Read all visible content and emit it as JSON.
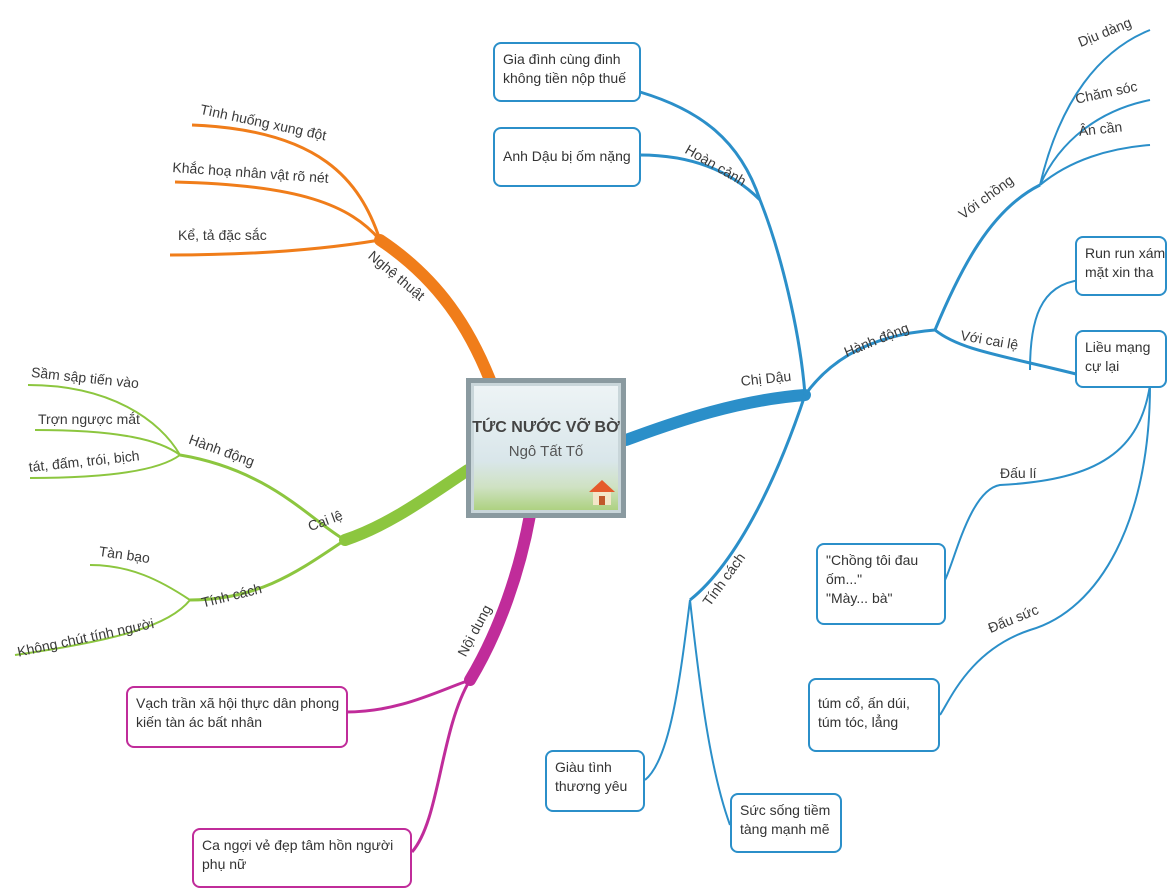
{
  "center": {
    "title": "TỨC NƯỚC VỠ BỜ",
    "author": "Ngô Tất Tố"
  },
  "colors": {
    "blue": "#2b8fc9",
    "orange": "#f07d1a",
    "green": "#8cc63f",
    "pink": "#c02c9a"
  },
  "left": {
    "nghe_thuat": {
      "label": "Nghệ thuật",
      "items": [
        "Tình huống xung đột",
        "Khắc hoạ nhân vật rõ nét",
        "Kể, tả đặc sắc"
      ]
    },
    "cai_le": {
      "label": "Cai lệ",
      "hanh_dong": {
        "label": "Hành động",
        "items": [
          "Sầm sập tiến vào",
          "Trợn ngược mắt",
          "tát, đấm, trói, bịch"
        ]
      },
      "tinh_cach": {
        "label": "Tính cách",
        "items": [
          "Tàn bạo",
          "Không chút tính người"
        ]
      }
    },
    "noi_dung": {
      "label": "Nội dung",
      "items": [
        [
          "Vạch trần xã hội thực dân phong",
          "kiến tàn ác bất nhân"
        ],
        [
          "Ca ngợi vẻ đẹp tâm hồn người",
          "phụ nữ"
        ]
      ]
    }
  },
  "right": {
    "hoan_canh": {
      "label": "Hoàn cảnh",
      "items": [
        [
          "Gia đình cùng đinh",
          "không tiền nộp thuế"
        ],
        [
          "Anh Dậu bị ốm nặng"
        ]
      ]
    },
    "chi_dau": {
      "label": "Chị Dậu"
    },
    "hanh_dong": {
      "label": "Hành động",
      "voi_chong": {
        "label": "Với chồng",
        "items": [
          "Dịu dàng",
          "Chăm sóc",
          "Ân cần"
        ]
      },
      "voi_cai_le": {
        "label": "Với cai lệ",
        "items": [
          [
            "Run run xám",
            "mặt xin tha"
          ],
          [
            "Liều mạng",
            "cự lại"
          ]
        ]
      },
      "dau_li": {
        "label": "Đấu lí",
        "items": [
          [
            "\"Chồng tôi đau",
            "ốm...\"",
            "\"Mày... bà\""
          ]
        ]
      },
      "dau_suc": {
        "label": "Đấu sức",
        "items": [
          [
            "túm cổ, ấn dúi,",
            "túm tóc, lẳng"
          ]
        ]
      }
    },
    "tinh_cach": {
      "label": "Tính cách",
      "items": [
        [
          "Giàu tình",
          "thương yêu"
        ],
        [
          "Sức sống tiềm",
          "tàng mạnh mẽ"
        ]
      ]
    }
  }
}
